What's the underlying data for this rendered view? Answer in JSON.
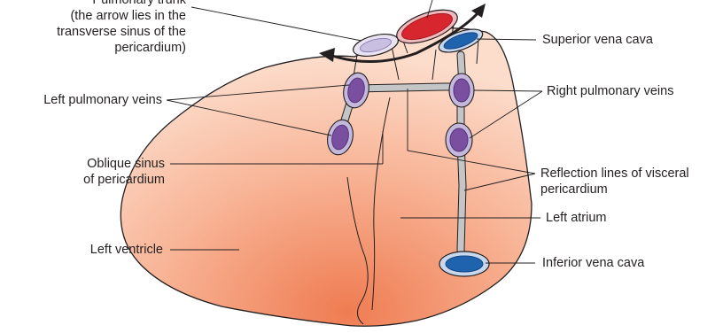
{
  "labels": {
    "pulmonary_trunk": [
      "Pulmonary trunk",
      "(the arrow lies in the",
      "transverse sinus of the",
      "pericardium)"
    ],
    "superior_vena_cava": "Superior vena cava",
    "left_pulmonary_veins": "Left pulmonary veins",
    "right_pulmonary_veins": "Right pulmonary veins",
    "oblique_sinus": [
      "Oblique sinus",
      "of pericardium"
    ],
    "reflection_lines": [
      "Reflection lines of visceral",
      "pericardium"
    ],
    "left_atrium": "Left atrium",
    "left_ventricle": "Left ventricle",
    "inferior_vena_cava": "Inferior vena cava"
  },
  "colors": {
    "heart_light": "#fbd3c0",
    "heart_dark": "#f08a62",
    "outline": "#231f20",
    "pulmonary_vein": "#7b4fa0",
    "pulmonary_vein_ring": "#b9a9d3",
    "vena_cava": "#1f63ae",
    "aorta": "#d7262e",
    "pulmonary_trunk": "#d9d2ea",
    "reflection_line": "#b8b9bb"
  }
}
